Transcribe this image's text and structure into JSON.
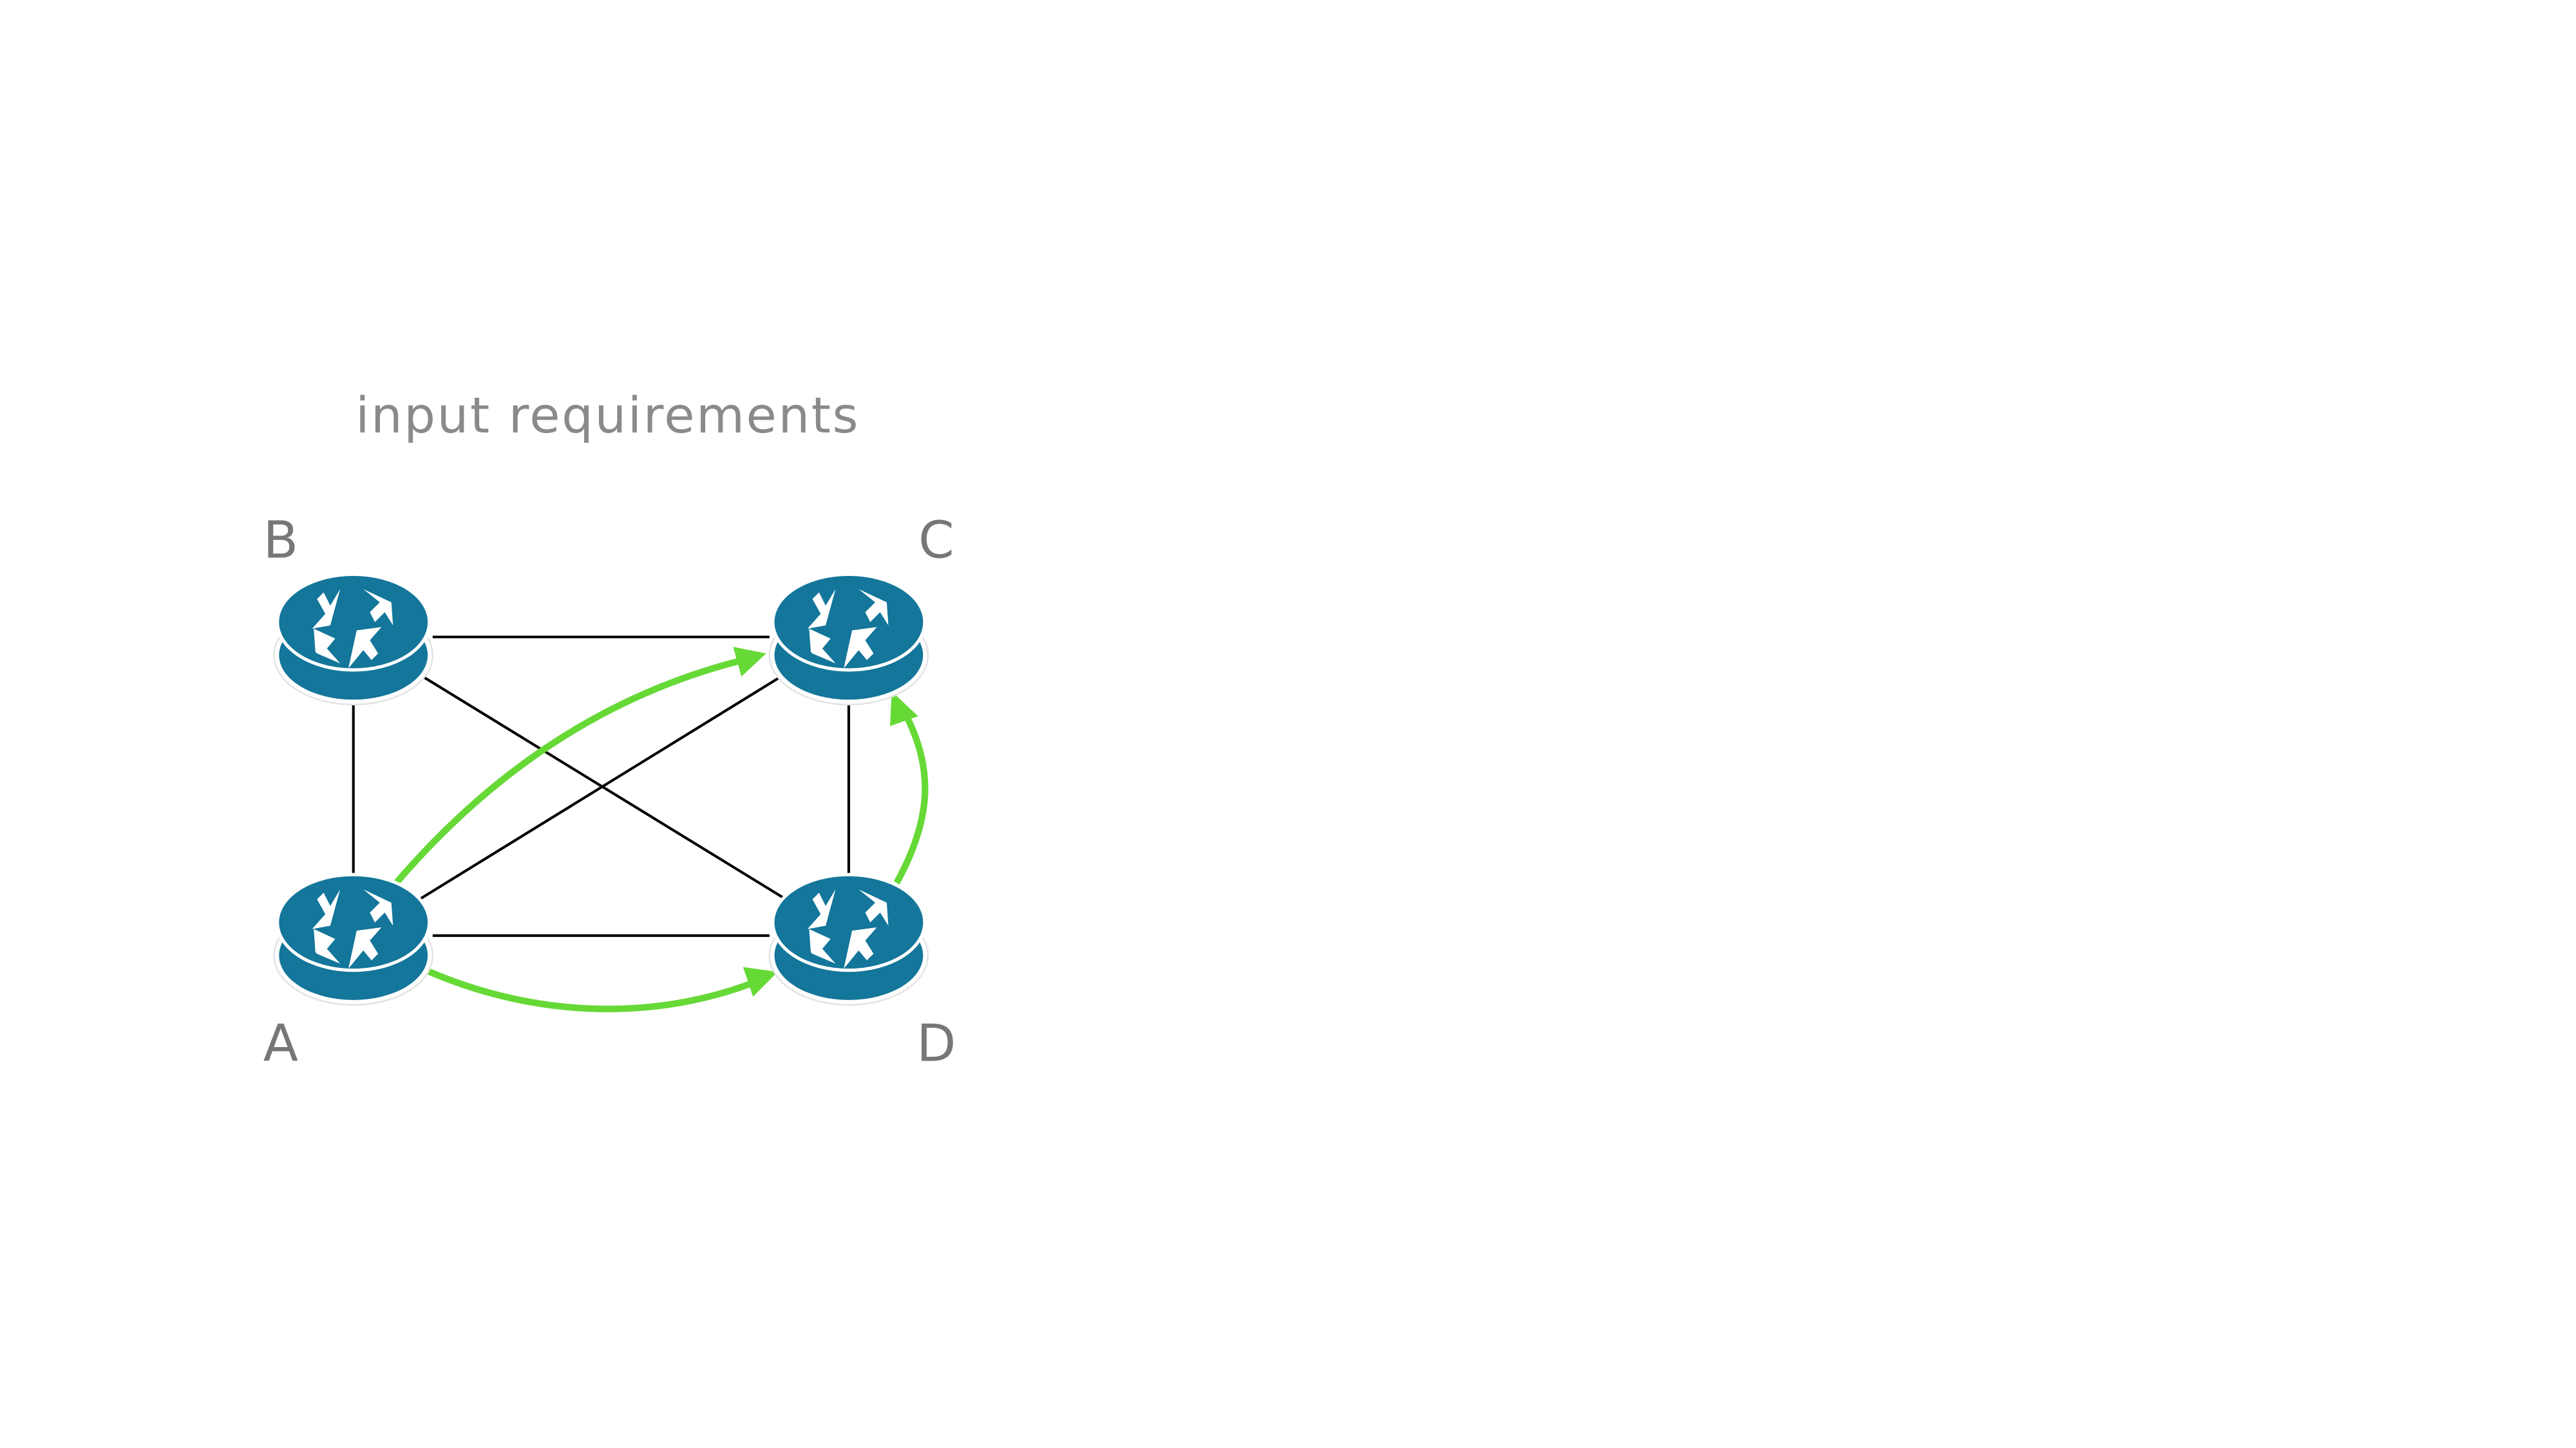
{
  "title": "input requirements",
  "nodes": [
    {
      "id": "A",
      "label": "A",
      "icon": "router-icon"
    },
    {
      "id": "B",
      "label": "B",
      "icon": "router-icon"
    },
    {
      "id": "C",
      "label": "C",
      "icon": "router-icon"
    },
    {
      "id": "D",
      "label": "D",
      "icon": "router-icon"
    }
  ],
  "links": [
    [
      "A",
      "B"
    ],
    [
      "B",
      "C"
    ],
    [
      "C",
      "D"
    ],
    [
      "A",
      "D"
    ],
    [
      "B",
      "D"
    ],
    [
      "A",
      "C"
    ]
  ],
  "requirements": [
    [
      "A",
      "C"
    ],
    [
      "A",
      "D"
    ],
    [
      "D",
      "C"
    ]
  ],
  "colors": {
    "router": "#13769a",
    "requirement": "#66d936",
    "link": "#000000",
    "text": "#777777"
  }
}
